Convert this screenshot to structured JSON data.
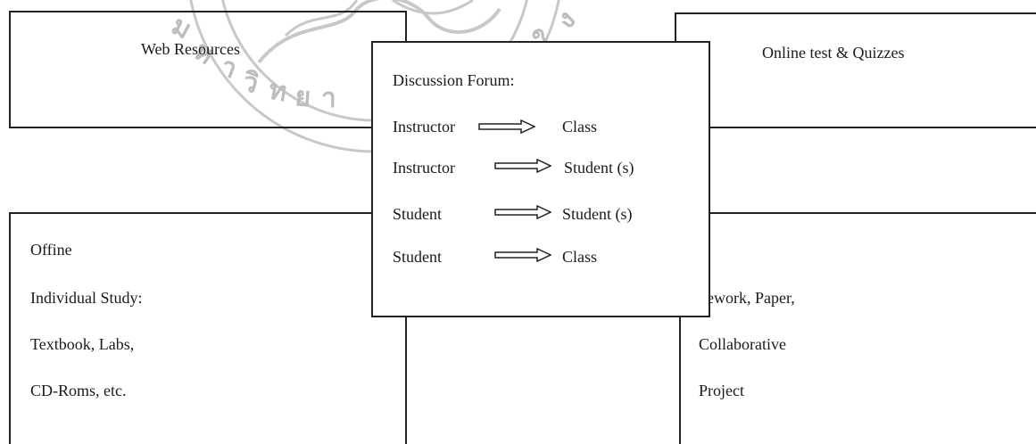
{
  "boxes": {
    "web_resources": {
      "title": "Web  Resources"
    },
    "online_tests": {
      "title": "Online test & Quizzes"
    },
    "discussion_forum": {
      "title": "Discussion  Forum:",
      "rows": [
        {
          "from": "Instructor",
          "to": "Class"
        },
        {
          "from": "Instructor",
          "to": "Student (s)"
        },
        {
          "from": "Student",
          "to": "Student  (s)"
        },
        {
          "from": "Student",
          "to": "Class"
        }
      ]
    },
    "offline": {
      "lines": [
        "Offine",
        "Individual  Study:",
        "Textbook,  Labs,",
        "CD-Roms, etc."
      ]
    },
    "homework": {
      "lines": [
        "nework,  Paper,",
        "Collaborative",
        "Project"
      ]
    }
  },
  "watermark": {
    "text": "มหาวิทยาลัยเชียงใหม่"
  },
  "colors": {
    "border": "#222222",
    "text": "#1a1a1a",
    "watermark": "#cfcfcf"
  }
}
